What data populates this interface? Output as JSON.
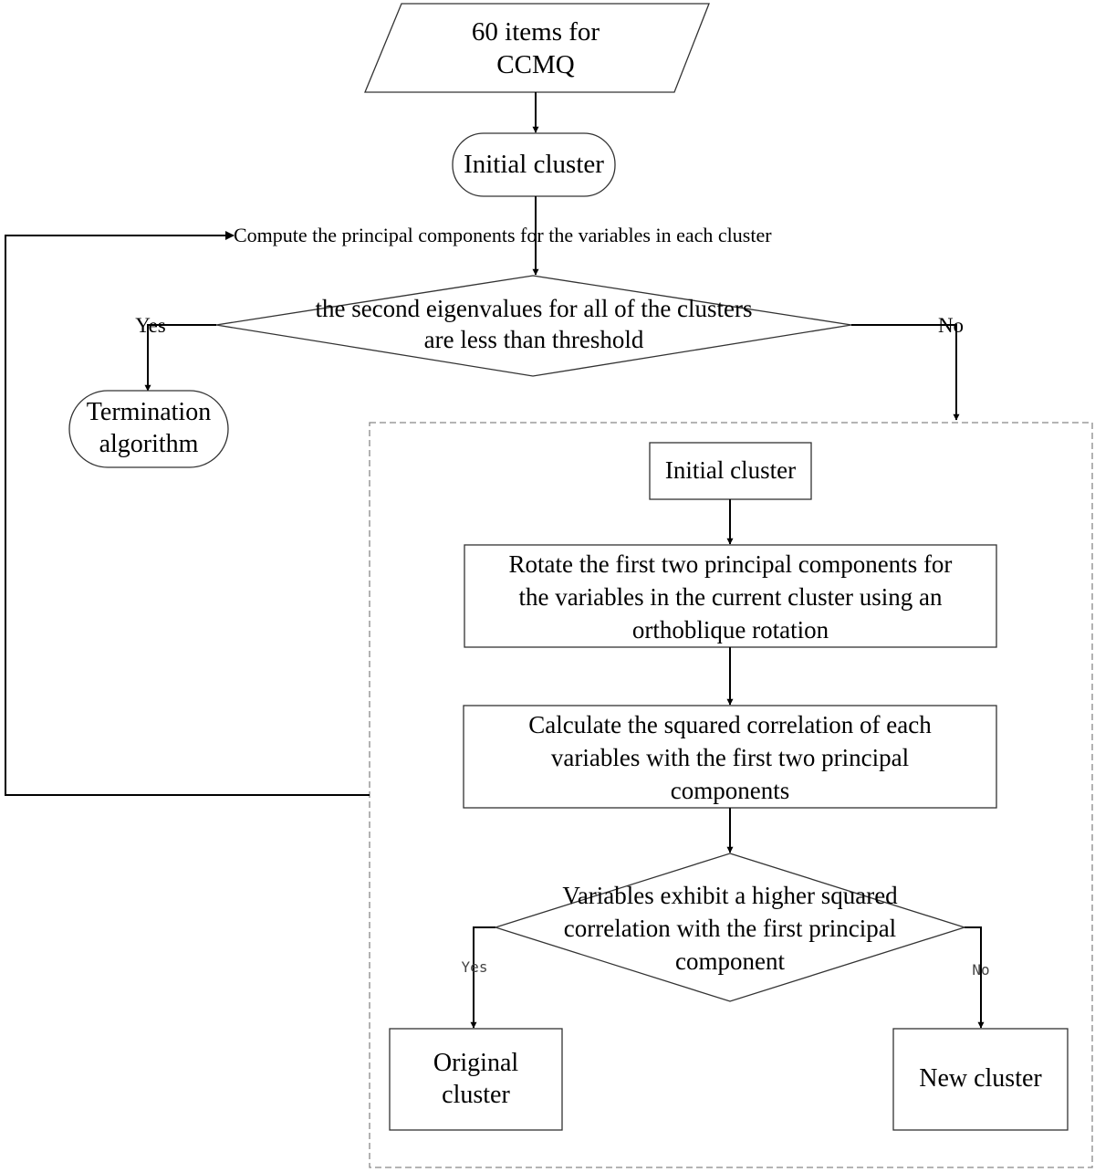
{
  "nodes": {
    "input": {
      "line1": "60 items for",
      "line2": "CCMQ"
    },
    "initial_cluster_top": "Initial cluster",
    "compute_pc": "Compute the principal components for the variables in each cluster",
    "eigen_decision": {
      "line1": "the second eigenvalues for all of the clusters",
      "line2": "are less than threshold"
    },
    "termination": {
      "line1": "Termination",
      "line2": "algorithm"
    },
    "initial_cluster_inner": "Initial cluster",
    "rotate": {
      "line1": "Rotate the first two principal components for",
      "line2": "the variables in the current cluster using an",
      "line3": "orthoblique rotation"
    },
    "calculate": {
      "line1": "Calculate the squared correlation of each",
      "line2": "variables with the first two principal",
      "line3": "components"
    },
    "variables_decision": {
      "line1": "Variables exhibit a higher squared",
      "line2": "correlation with the first principal",
      "line3": "component"
    },
    "original_cluster": {
      "line1": "Original",
      "line2": "cluster"
    },
    "new_cluster": "New cluster"
  },
  "labels": {
    "yes_outer": "Yes",
    "no_outer": "No",
    "yes_inner": "Yes",
    "no_inner": "No"
  }
}
